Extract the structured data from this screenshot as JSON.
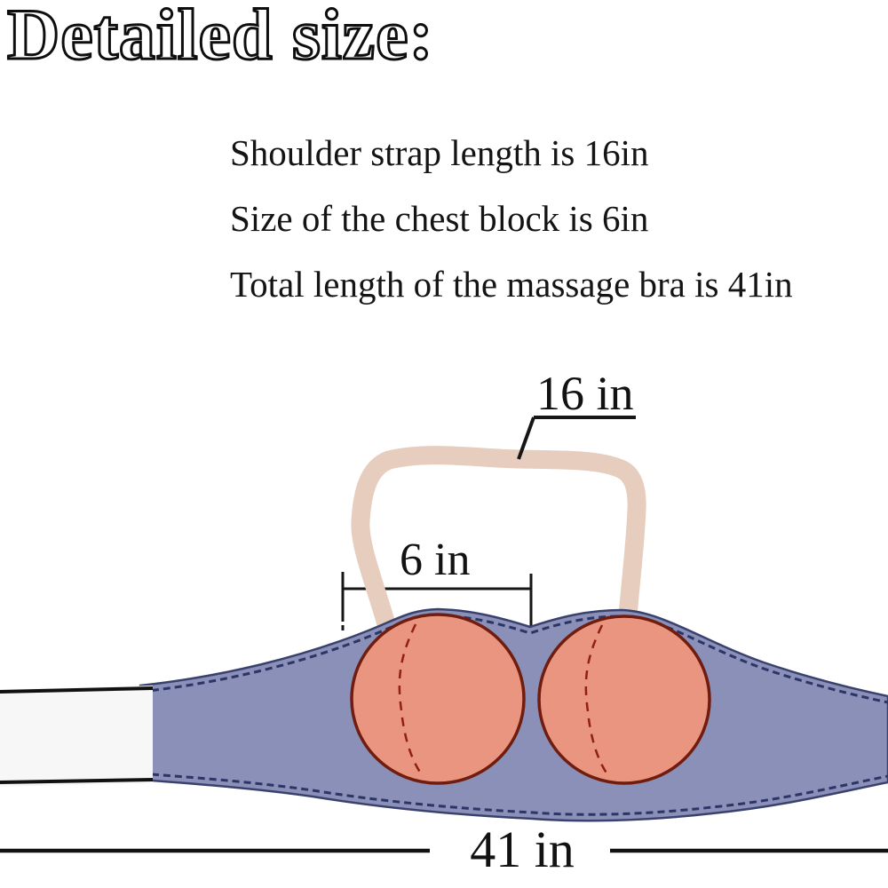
{
  "title": "Detailed size:",
  "specs": {
    "line1": "Shoulder strap length is 16in",
    "line2": "Size of the chest block is 6in",
    "line3": "Total length of the massage bra is 41in"
  },
  "measurements": {
    "shoulder_strap": "16 in",
    "chest_block": "6 in",
    "total_length": "41 in"
  },
  "colors": {
    "strap_beige": "#e7cdbe",
    "band_blue": "#8a90b8",
    "band_trim_navy": "#2c3565",
    "pad_salmon": "#ea957f",
    "pad_outline_maroon": "#701c0e",
    "seam_red": "#8f2013",
    "elastic_white": "#f7f7f8",
    "text_black": "#141414"
  }
}
